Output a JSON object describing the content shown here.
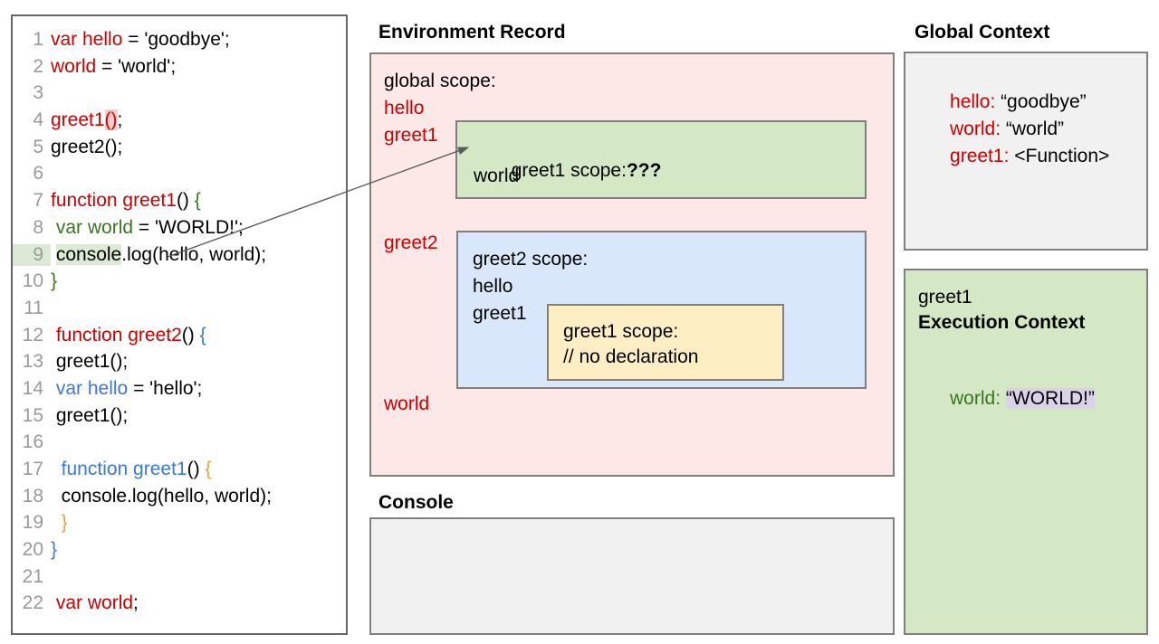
{
  "code_panel": {
    "lines": [
      {
        "num": "1",
        "segments": [
          {
            "t": "var hello",
            "cls": "kw-red"
          },
          {
            "t": " = 'goodbye';",
            "cls": ""
          }
        ]
      },
      {
        "num": "2",
        "segments": [
          {
            "t": "world",
            "cls": "kw-red"
          },
          {
            "t": " = 'world';",
            "cls": ""
          }
        ]
      },
      {
        "num": "3",
        "segments": []
      },
      {
        "num": "4",
        "segments": [
          {
            "t": "greet1",
            "cls": "kw-red"
          },
          {
            "t": "()",
            "cls": "kw-red hl-red"
          },
          {
            "t": ";",
            "cls": ""
          }
        ]
      },
      {
        "num": "5",
        "segments": [
          {
            "t": "greet2();",
            "cls": ""
          }
        ]
      },
      {
        "num": "6",
        "segments": []
      },
      {
        "num": "7",
        "segments": [
          {
            "t": "function greet1",
            "cls": "kw-red"
          },
          {
            "t": "() ",
            "cls": ""
          },
          {
            "t": "{",
            "cls": "kw-green"
          }
        ]
      },
      {
        "num": "8",
        "segments": [
          {
            "t": " ",
            "cls": ""
          },
          {
            "t": "var world",
            "cls": "kw-green"
          },
          {
            "t": " = 'WORLD!';",
            "cls": ""
          }
        ]
      },
      {
        "num": "9",
        "highlight_num": true,
        "segments": [
          {
            "t": " ",
            "cls": ""
          },
          {
            "t": "console",
            "cls": "hl-green"
          },
          {
            "t": ".log(hello, world);",
            "cls": ""
          }
        ]
      },
      {
        "num": "10",
        "segments": [
          {
            "t": "}",
            "cls": "kw-green"
          }
        ]
      },
      {
        "num": "11",
        "segments": []
      },
      {
        "num": "12",
        "segments": [
          {
            "t": " ",
            "cls": ""
          },
          {
            "t": "function greet2",
            "cls": "kw-red"
          },
          {
            "t": "() ",
            "cls": ""
          },
          {
            "t": "{",
            "cls": "kw-blue"
          }
        ]
      },
      {
        "num": "13",
        "segments": [
          {
            "t": " greet1();",
            "cls": ""
          }
        ]
      },
      {
        "num": "14",
        "segments": [
          {
            "t": " ",
            "cls": ""
          },
          {
            "t": "var hello",
            "cls": "kw-blue"
          },
          {
            "t": " = 'hello';",
            "cls": ""
          }
        ]
      },
      {
        "num": "15",
        "segments": [
          {
            "t": " greet1();",
            "cls": ""
          }
        ]
      },
      {
        "num": "16",
        "segments": []
      },
      {
        "num": "17",
        "segments": [
          {
            "t": "  ",
            "cls": ""
          },
          {
            "t": "function greet1",
            "cls": "kw-blue"
          },
          {
            "t": "() ",
            "cls": ""
          },
          {
            "t": "{",
            "cls": "kw-orange"
          }
        ]
      },
      {
        "num": "18",
        "segments": [
          {
            "t": "  console.log(hello, world);",
            "cls": ""
          }
        ]
      },
      {
        "num": "19",
        "segments": [
          {
            "t": "  ",
            "cls": ""
          },
          {
            "t": "}",
            "cls": "kw-orange"
          }
        ]
      },
      {
        "num": "20",
        "segments": [
          {
            "t": "}",
            "cls": "kw-blue"
          }
        ]
      },
      {
        "num": "21",
        "segments": []
      },
      {
        "num": "22",
        "segments": [
          {
            "t": " ",
            "cls": ""
          },
          {
            "t": "var world",
            "cls": "kw-red"
          },
          {
            "t": ";",
            "cls": ""
          }
        ]
      }
    ]
  },
  "environment_record": {
    "title": "Environment Record",
    "global_scope_label": "global scope:",
    "bindings": {
      "hello": "hello",
      "greet1": "greet1",
      "greet2": "greet2",
      "world": "world"
    },
    "greet1_scope": {
      "label": "greet1 scope:",
      "unknown_marker": "???",
      "entries": [
        "world"
      ]
    },
    "greet2_scope": {
      "label": "greet2 scope:",
      "entries": [
        "hello",
        "greet1"
      ],
      "inner_greet1_scope": {
        "label": "greet1 scope:",
        "comment": "// no declaration"
      }
    }
  },
  "console": {
    "title": "Console",
    "output": ""
  },
  "global_context": {
    "title": "Global Context",
    "entries": [
      {
        "key": "hello",
        "sep": ": ",
        "value": "“goodbye”"
      },
      {
        "key": "world",
        "sep": ": ",
        "value": "“world”"
      },
      {
        "key": "greet1",
        "sep": ": ",
        "value": "<Function>"
      }
    ]
  },
  "execution_context": {
    "function_name": "greet1",
    "title": "Execution Context",
    "entries": [
      {
        "key": "world",
        "sep": ": ",
        "value": "“WORLD!”",
        "highlighted": true
      }
    ]
  },
  "colors": {
    "red": "#cc0000",
    "green": "#38761d",
    "blue": "#3c78d8",
    "orange": "#e8a33d",
    "env_panel_bg": "#fce8e6",
    "greet1_scope_bg": "#d4e8c6",
    "greet2_scope_bg": "#d9e7fb",
    "inner_scope_bg": "#fdeec3",
    "global_context_bg": "#f1f1f1",
    "exec_context_bg": "#d4e8c6",
    "value_highlight": "#d9d2e9",
    "border": "#7f7f7f"
  }
}
